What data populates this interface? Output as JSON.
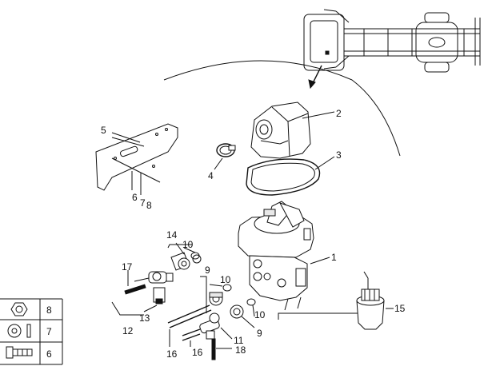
{
  "callouts": {
    "c1": "1",
    "c2": "2",
    "c3": "3",
    "c4": "4",
    "c5": "5",
    "c6": "6",
    "c7": "7",
    "c8": "8",
    "c9a": "9",
    "c9b": "9",
    "c10a": "10",
    "c10b": "10",
    "c10c": "10",
    "c11": "11",
    "c12": "12",
    "c13": "13",
    "c14": "14",
    "c15": "15",
    "c16a": "16",
    "c16b": "16",
    "c17": "17",
    "c18": "18"
  },
  "legend": {
    "rows": [
      {
        "icon": "nut-icon",
        "number": "8"
      },
      {
        "icon": "washer-icon",
        "number": "7"
      },
      {
        "icon": "bolt-icon",
        "number": "6"
      }
    ]
  }
}
